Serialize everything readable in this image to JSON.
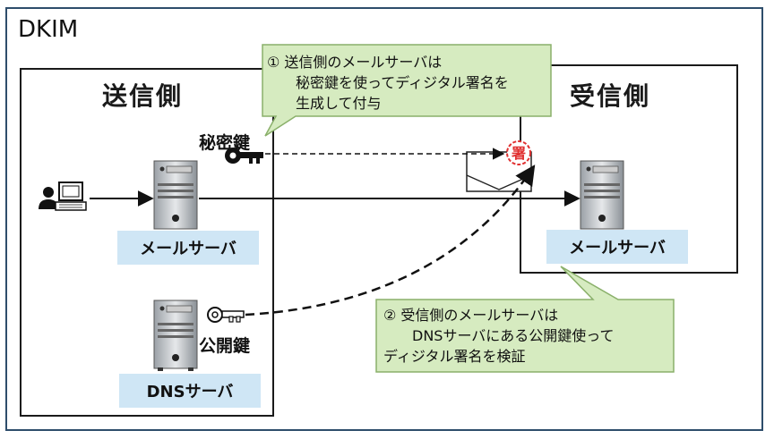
{
  "diagram": {
    "title": "DKIM",
    "sender_title": "送信側",
    "receiver_title": "受信側",
    "sender_server_label": "メールサーバ",
    "receiver_server_label": "メールサーバ",
    "dns_server_label": "DNSサーバ",
    "private_key_label": "秘密鍵",
    "public_key_label": "公開鍵",
    "signature_glyph": "署",
    "callout_1": {
      "line1": "① 送信側のメールサーバは",
      "line2": "　　秘密鍵を使ってディジタル署名を",
      "line3": "　　生成して付与"
    },
    "callout_2": {
      "line1": "② 受信側のメールサーバは",
      "line2": "　　DNSサーバにある公開鍵使って",
      "line3": "ディジタル署名を検証"
    },
    "colors": {
      "callout_fill": "#d6ebc0",
      "callout_border": "#8ab06a",
      "label_fill": "#cfe6f5",
      "signature_red": "#e03030",
      "frame_border": "#2e4d6b"
    },
    "icons": [
      "user-icon",
      "computer-icon",
      "server-icon",
      "key-icon",
      "envelope-icon",
      "signature-seal-icon"
    ]
  }
}
